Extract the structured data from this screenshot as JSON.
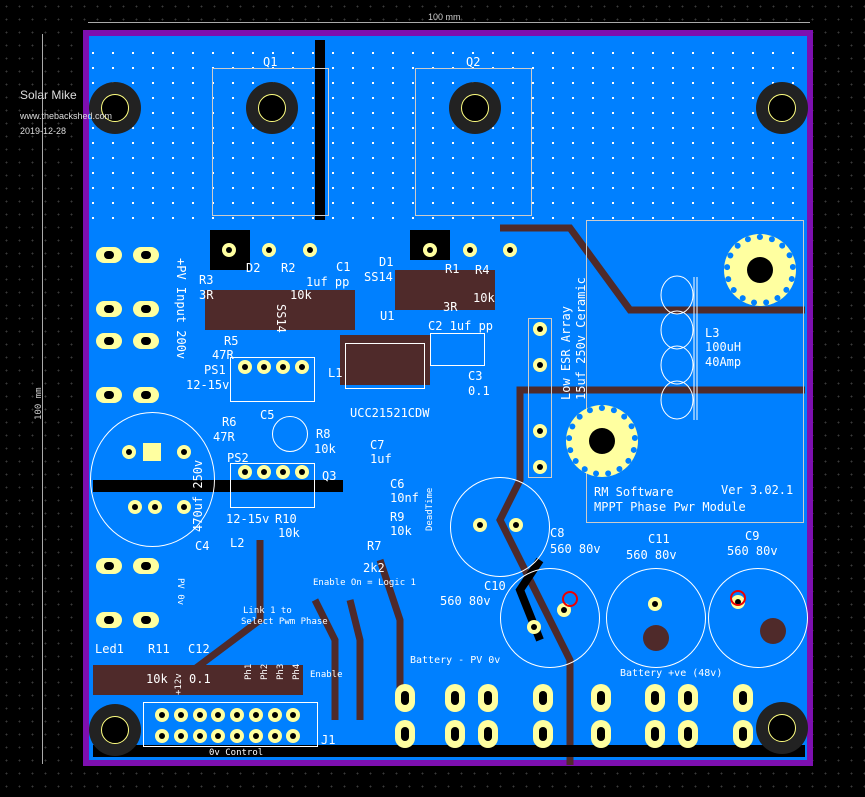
{
  "dimensions": {
    "width": "100 mm",
    "height": "100 mm"
  },
  "author": {
    "name": "Solar Mike",
    "url": "www.thebackshed.com",
    "date": "2019-12-28"
  },
  "colors": {
    "board": "#0080ff",
    "outline": "#7d0fb0",
    "trace": "#4f2a2a",
    "pad": "#ffffa0",
    "silk": "#ffffff"
  },
  "labels": {
    "q1": "Q1",
    "q2": "Q2",
    "d2": "D2",
    "r2": "R2",
    "c1": "C1",
    "c1_val": "1uf  pp",
    "d1": "D1",
    "ss14_d1": "SS14",
    "r1": "R1",
    "r4": "R4",
    "r4_val": "10k",
    "r1_val": "3R",
    "r3": "R3",
    "r3_val": "3R",
    "r2_val": "10k",
    "ss14_d2": "SS14",
    "pv_input": "+PV Input 200v",
    "u1": "U1",
    "c2": "C2 1uf pp",
    "c3": "C3",
    "c3_val": "0.1",
    "r5": "R5",
    "r5_val": "47R",
    "ps1": "PS1",
    "ps1_val": "12-15v",
    "l1": "L1",
    "ucc": "UCC21521CDW",
    "r6": "R6",
    "r6_val": "47R",
    "c5": "C5",
    "r8": "R8",
    "r8_val": "10k",
    "c7": "C7",
    "c7_val": "1uf",
    "ps2": "PS2",
    "q3": "Q3",
    "c6": "C6",
    "c6_val": "10nf",
    "ps2_val": "12-15v",
    "r10": "R10",
    "r10_val": "10k",
    "r9": "R9",
    "r9_val": "10k",
    "r7": "R7",
    "r7_val": "2k2",
    "l2": "L2",
    "deadtime": "DeadTime",
    "enable_note": "Enable On = Logic 1",
    "c4": "C4",
    "c4_val": "470uf 250v",
    "pv_0v": "PV 0v",
    "link1": "Link 1 to",
    "link2": "Select Pwm Phase",
    "ph1": "Ph1",
    "ph2": "Ph2",
    "ph3": "Ph3",
    "ph4": "Ph4",
    "enable": "Enable",
    "led1": "Led1",
    "r11": "R11",
    "c12": "C12",
    "r11_val": "10k",
    "c12_val": "0.1",
    "v12": "+12v",
    "j1": "J1",
    "control": "0v Control",
    "l3": "L3",
    "l3_val1": "100uH",
    "l3_val2": "40Amp",
    "esr1": "Low ESR Array",
    "esr2": "15uf 250v Ceramic",
    "rm": "RM Software",
    "ver": "Ver 3.02.1",
    "module": "MPPT Phase Pwr Module",
    "c8": "C8",
    "c8_val": "560 80v",
    "c11": "C11",
    "c11_val": "560 80v",
    "c9": "C9",
    "c9_val": "560 80v",
    "c10": "C10",
    "c10_val": "560 80v",
    "batt_pv": "Battery - PV 0v",
    "batt_pos": "Battery +ve (48v)"
  }
}
